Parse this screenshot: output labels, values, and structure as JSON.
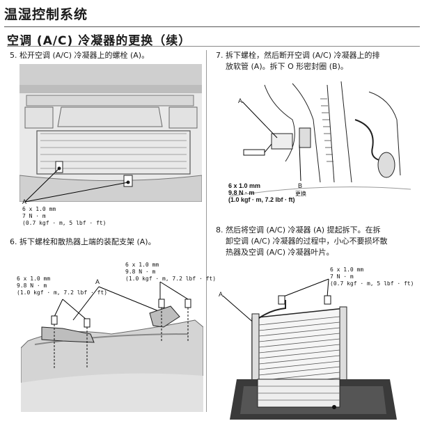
{
  "header": {
    "title": "温湿控制系统"
  },
  "section": {
    "title": "空调 (A/C) 冷凝器的更换（续）"
  },
  "steps": {
    "s5": "5. 松开空调 (A/C) 冷凝器上的螺栓 (A)。",
    "s6": "6. 拆下螺栓和散热器上端的装配支架 (A)。",
    "s7_line1": "7. 拆下螺栓，然后断开空调 (A/C) 冷凝器上的排",
    "s7_line2": "放软管 (A)。拆下 O 形密封圈 (B)。",
    "s8_line1": "8. 然后将空调 (A/C) 冷凝器 (A) 提起拆下。在拆",
    "s8_line2": "卸空调 (A/C) 冷凝器的过程中，小心不要损坏散",
    "s8_line3": "热器及空调 (A/C) 冷凝器叶片。"
  },
  "fig5": {
    "label_a": "A",
    "spec_1": "6 x 1.0 mm",
    "spec_2": "7 N · m",
    "spec_3": "(0.7 kgf · m, 5 lbf · ft)"
  },
  "fig6": {
    "label_a": "A",
    "left_spec_1": "6 x 1.0 mm",
    "left_spec_2": "9.8 N · m",
    "left_spec_3": "(1.0 kgf · m, 7.2 lbf · ft)",
    "right_spec_1": "6 x 1.0 mm",
    "right_spec_2": "9.8 N · m",
    "right_spec_3": "(1.0 kgf · m, 7.2 lbf · ft)"
  },
  "fig7": {
    "label_a": "A",
    "label_b": "B",
    "label_b_note": "更换",
    "spec_1": "6 x 1.0 mm",
    "spec_2": "9.8 N · m",
    "spec_3": "(1.0 kgf · m, 7.2 lbf · ft)"
  },
  "fig8": {
    "label_a": "A",
    "spec_1": "6 x 1.0 mm",
    "spec_2": "7 N · m",
    "spec_3": "(0.7 kgf · m, 5 lbf · ft)"
  }
}
